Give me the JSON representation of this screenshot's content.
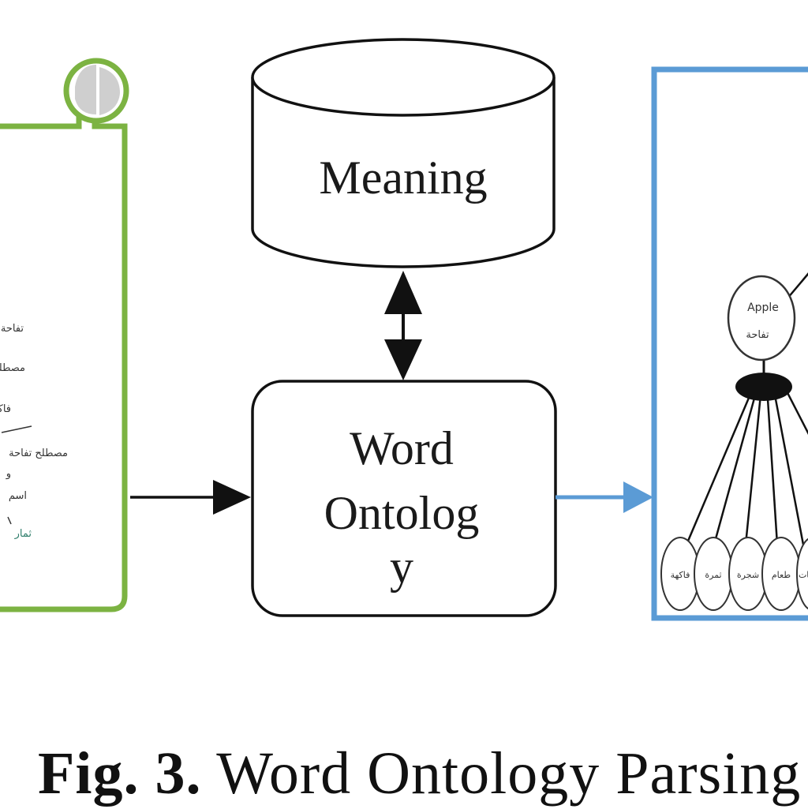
{
  "diagram": {
    "database_label": "Meaning",
    "process_label_lines": [
      "Word",
      "Ontolog",
      "y"
    ],
    "tree_root_lines": [
      "Apple",
      "تفاحة"
    ],
    "document_text_lines": [
      "تفاحة",
      "مصطلح",
      "فاكهة",
      "مصطلح تفاحة",
      "و",
      "اسم",
      "ثمار"
    ],
    "leaf_labels": [
      "فاكهة",
      "ثمرة",
      "شجرة",
      "طعام",
      "نبات"
    ]
  },
  "caption": {
    "prefix": "Fig. 3.",
    "title": "Word Ontology Parsing"
  },
  "colors": {
    "document_border": "#7cb342",
    "tree_border": "#5b9bd5",
    "arrow_blue": "#5b9bd5",
    "ink": "#111111"
  }
}
